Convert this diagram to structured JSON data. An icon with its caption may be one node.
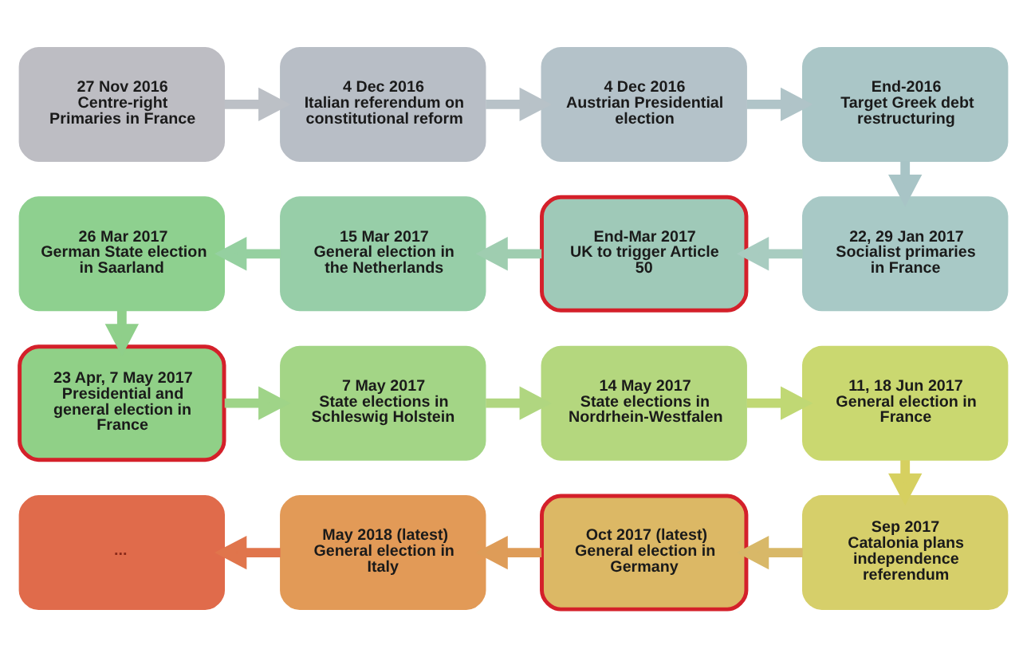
{
  "diagram": {
    "nodes": [
      {
        "text": [
          "27 Nov 2016",
          "Centre-right Primaries in France"
        ]
      },
      {
        "text": [
          "4 Dec 2016",
          "Italian referendum on constitutional reform"
        ]
      },
      {
        "text": [
          "4 Dec 2016",
          "Austrian Presidential election"
        ]
      },
      {
        "text": [
          "End-2016",
          "Target Greek debt restructuring"
        ]
      },
      {
        "text": [
          "22, 29 Jan 2017",
          "Socialist primaries in France"
        ]
      },
      {
        "text": [
          "End-Mar 2017",
          "UK to trigger Article 50"
        ]
      },
      {
        "text": [
          "15 Mar 2017",
          "General election in the Netherlands"
        ]
      },
      {
        "text": [
          "26 Mar 2017",
          "German State election in Saarland"
        ]
      },
      {
        "text": [
          "23 Apr, 7 May 2017",
          "Presidential and general election in France"
        ]
      },
      {
        "text": [
          "7 May 2017",
          "State elections in Schleswig Holstein"
        ]
      },
      {
        "text": [
          "14 May 2017",
          "State elections in Nordrhein-Westfalen"
        ]
      },
      {
        "text": [
          "11, 18 Jun 2017",
          "General election in France"
        ]
      },
      {
        "text": [
          "Sep 2017",
          "Catalonia plans independence referendum"
        ]
      },
      {
        "text": [
          "Oct 2017 (latest)",
          "General election in Germany"
        ]
      },
      {
        "text": [
          "May 2018 (latest)",
          "General election in Italy"
        ]
      },
      {
        "text": [
          "..."
        ]
      }
    ],
    "edges": [
      {
        "from": 0,
        "to": 1,
        "arrow": "to",
        "color": "#bcc0c6"
      },
      {
        "from": 1,
        "to": 2,
        "arrow": "to",
        "color": "#b8c2c8"
      },
      {
        "from": 2,
        "to": 3,
        "arrow": "to",
        "color": "#b0c4c8"
      },
      {
        "from": 3,
        "to": 4,
        "arrow": "to",
        "color": "#a8c4c6"
      },
      {
        "from": 4,
        "to": 5,
        "arrow": "to",
        "color": "#a8ccc0"
      },
      {
        "from": 5,
        "to": 6,
        "arrow": "to",
        "color": "#9fcdb0"
      },
      {
        "from": 6,
        "to": 7,
        "arrow": "to",
        "color": "#95d0a0"
      },
      {
        "from": 7,
        "to": 8,
        "arrow": "to",
        "color": "#8fcf8a"
      },
      {
        "from": 8,
        "to": 9,
        "arrow": "to",
        "color": "#9fd488"
      },
      {
        "from": 9,
        "to": 10,
        "arrow": "to",
        "color": "#b0d680"
      },
      {
        "from": 10,
        "to": 11,
        "arrow": "to",
        "color": "#c0d874"
      },
      {
        "from": 11,
        "to": 12,
        "arrow": "to",
        "color": "#d6d060"
      },
      {
        "from": 12,
        "to": 13,
        "arrow": "to",
        "color": "#d8b868"
      },
      {
        "from": 13,
        "to": 14,
        "arrow": "to",
        "color": "#de9c58"
      },
      {
        "from": 14,
        "to": 15,
        "arrow": "to",
        "color": "#e0754c"
      }
    ]
  }
}
